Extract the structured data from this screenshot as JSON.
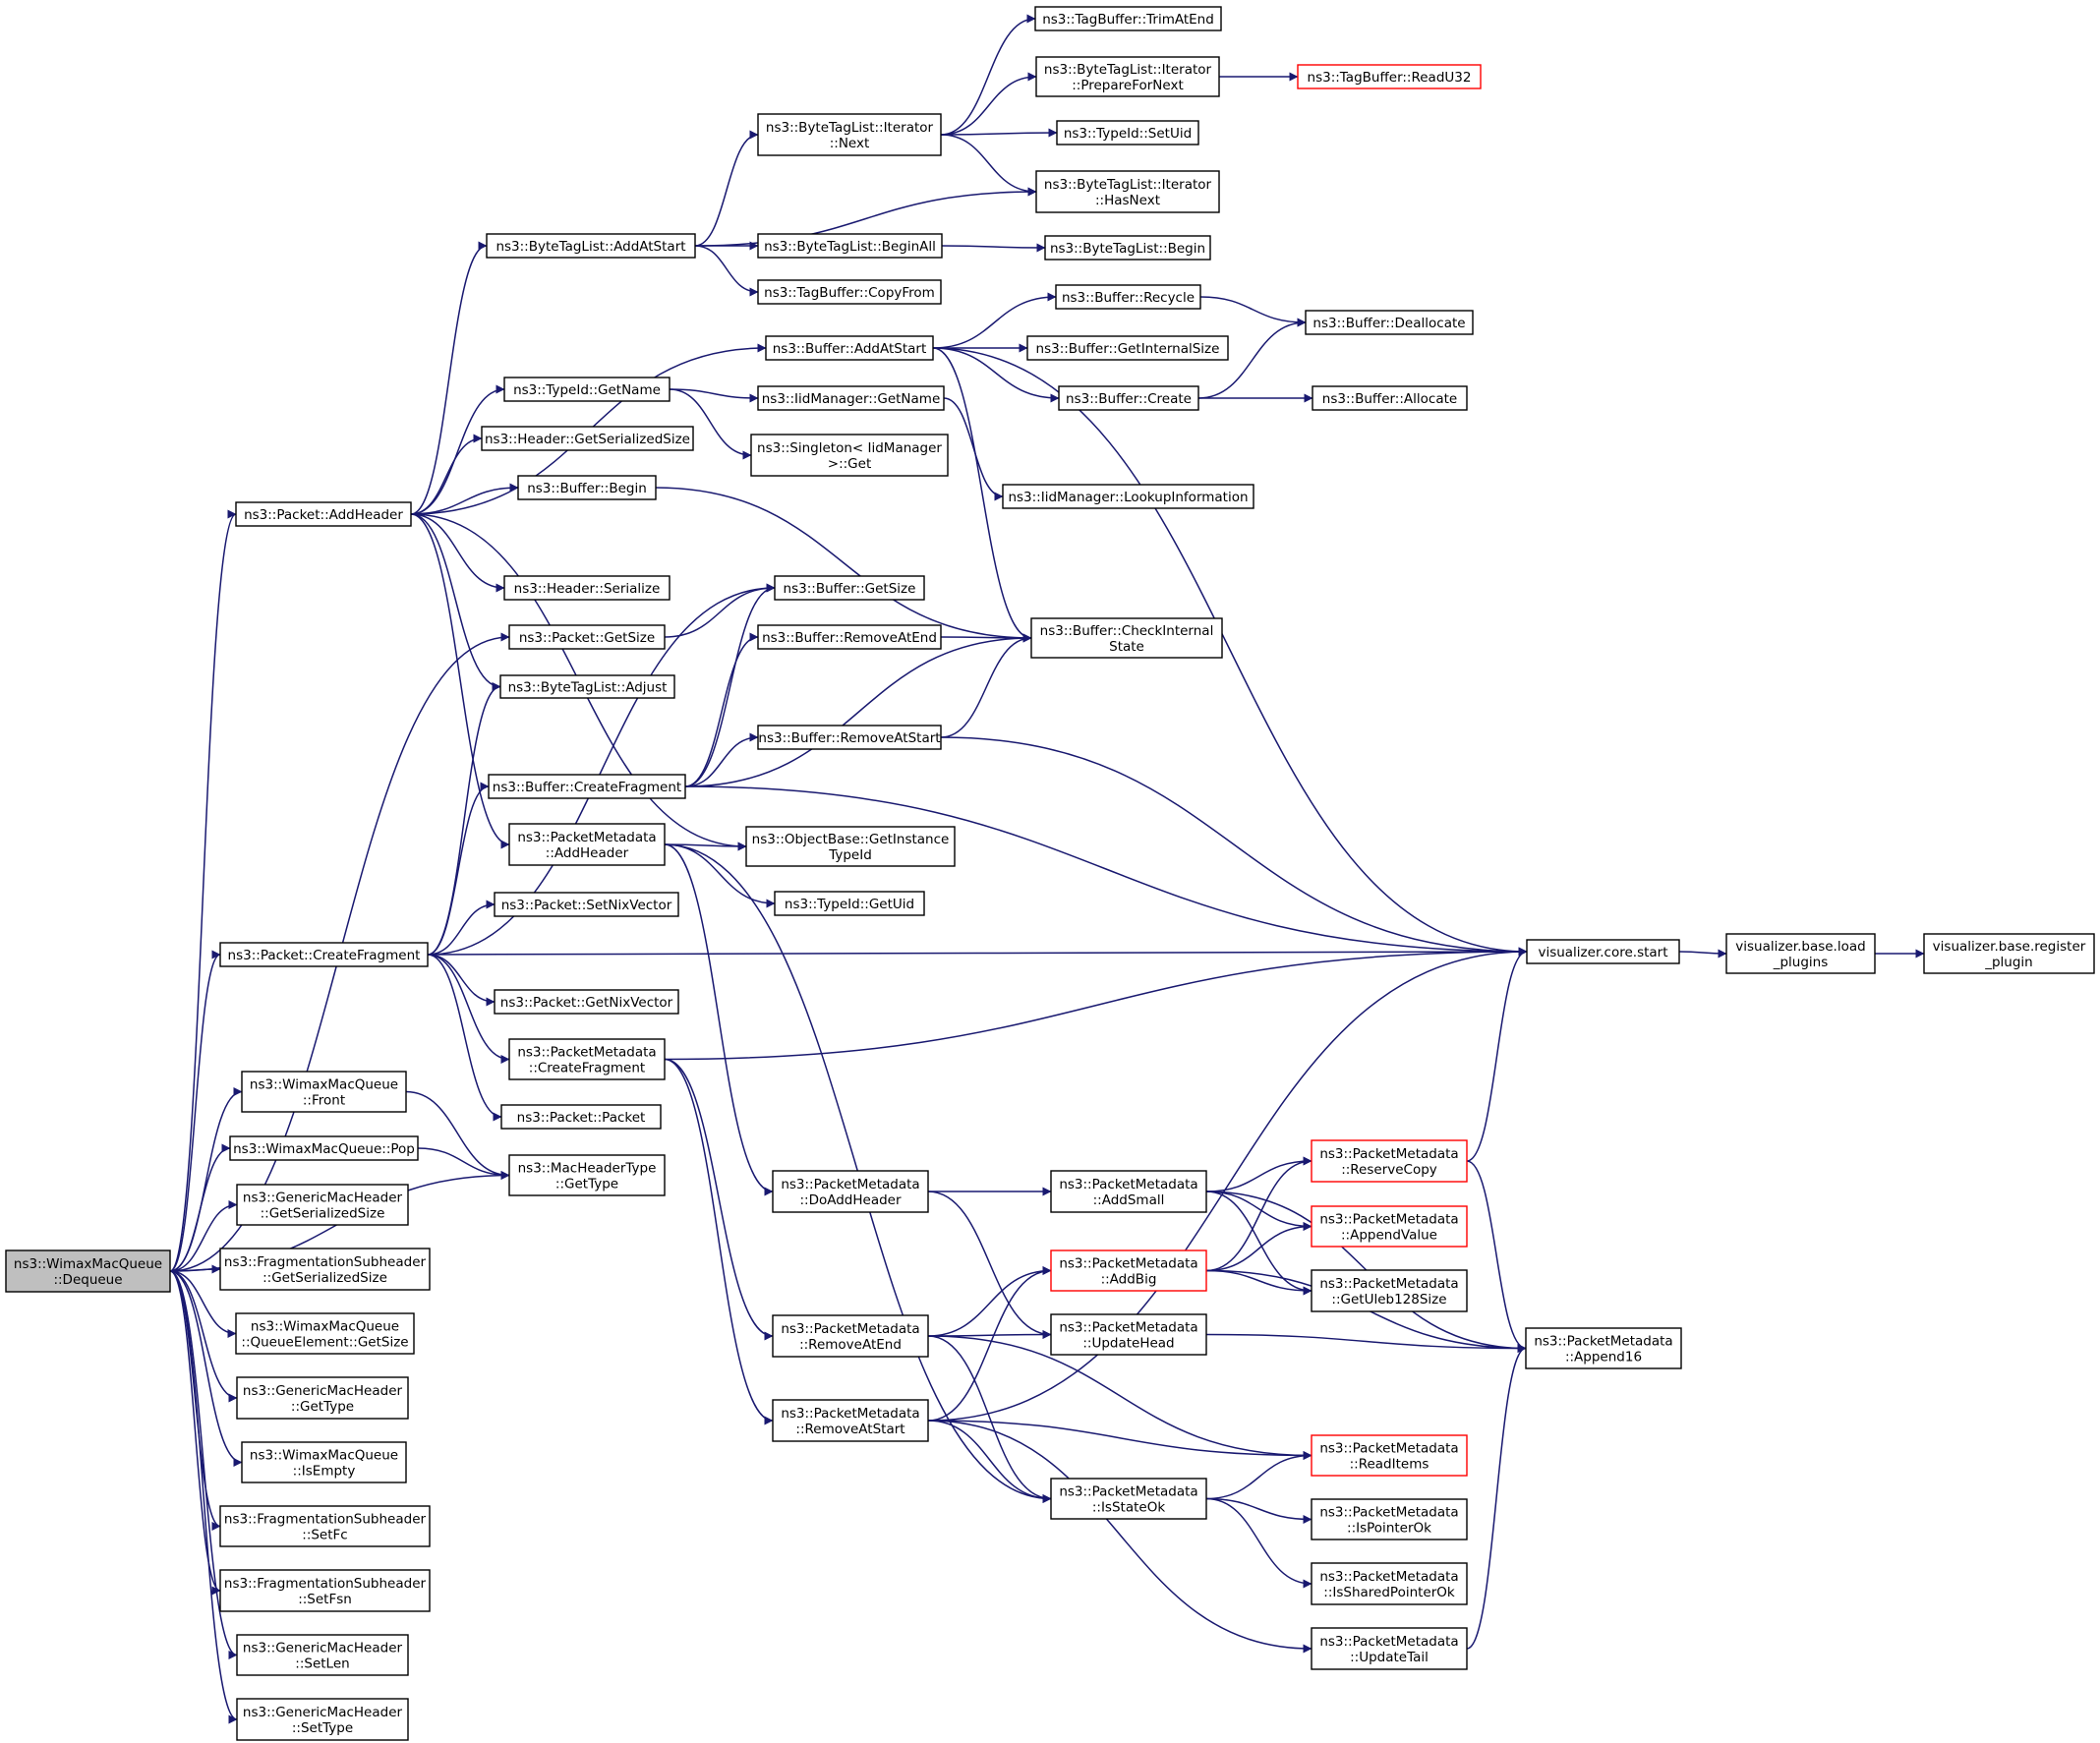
{
  "colors": {
    "edge": "#191970",
    "node_border": "#000000",
    "node_border_truncated": "#ff0000",
    "node_fill": "#ffffff",
    "focus_fill": "#bfbfbf"
  },
  "nodes": [
    {
      "id": "dequeue",
      "lines": [
        "ns3::WimaxMacQueue",
        "::Dequeue"
      ],
      "focus": true
    },
    {
      "id": "pkt_addheader",
      "lines": [
        "ns3::Packet::AddHeader"
      ]
    },
    {
      "id": "pkt_createfragment",
      "lines": [
        "ns3::Packet::CreateFragment"
      ]
    },
    {
      "id": "wmq_front",
      "lines": [
        "ns3::WimaxMacQueue",
        "::Front"
      ]
    },
    {
      "id": "wmq_pop",
      "lines": [
        "ns3::WimaxMacQueue::Pop"
      ]
    },
    {
      "id": "gmh_getserializedsize",
      "lines": [
        "ns3::GenericMacHeader",
        "::GetSerializedSize"
      ]
    },
    {
      "id": "fs_getserializedsize",
      "lines": [
        "ns3::FragmentationSubheader",
        "::GetSerializedSize"
      ]
    },
    {
      "id": "wmq_qe_getsize",
      "lines": [
        "ns3::WimaxMacQueue",
        "::QueueElement::GetSize"
      ]
    },
    {
      "id": "gmh_gettype",
      "lines": [
        "ns3::GenericMacHeader",
        "::GetType"
      ]
    },
    {
      "id": "wmq_isempty",
      "lines": [
        "ns3::WimaxMacQueue",
        "::IsEmpty"
      ]
    },
    {
      "id": "fs_setfc",
      "lines": [
        "ns3::FragmentationSubheader",
        "::SetFc"
      ]
    },
    {
      "id": "fs_setfsn",
      "lines": [
        "ns3::FragmentationSubheader",
        "::SetFsn"
      ]
    },
    {
      "id": "gmh_setlen",
      "lines": [
        "ns3::GenericMacHeader",
        "::SetLen"
      ]
    },
    {
      "id": "gmh_settype",
      "lines": [
        "ns3::GenericMacHeader",
        "::SetType"
      ]
    },
    {
      "id": "btl_addatstart",
      "lines": [
        "ns3::ByteTagList::AddAtStart"
      ]
    },
    {
      "id": "typeid_getname",
      "lines": [
        "ns3::TypeId::GetName"
      ]
    },
    {
      "id": "header_getserializedsize",
      "lines": [
        "ns3::Header::GetSerializedSize"
      ]
    },
    {
      "id": "buffer_begin",
      "lines": [
        "ns3::Buffer::Begin"
      ]
    },
    {
      "id": "header_serialize",
      "lines": [
        "ns3::Header::Serialize"
      ]
    },
    {
      "id": "pkt_getsize",
      "lines": [
        "ns3::Packet::GetSize"
      ]
    },
    {
      "id": "btl_adjust",
      "lines": [
        "ns3::ByteTagList::Adjust"
      ]
    },
    {
      "id": "buffer_createfragment",
      "lines": [
        "ns3::Buffer::CreateFragment"
      ]
    },
    {
      "id": "pm_addheader",
      "lines": [
        "ns3::PacketMetadata",
        "::AddHeader"
      ]
    },
    {
      "id": "pkt_setnixvector",
      "lines": [
        "ns3::Packet::SetNixVector"
      ]
    },
    {
      "id": "pkt_getnixvector",
      "lines": [
        "ns3::Packet::GetNixVector"
      ]
    },
    {
      "id": "pm_createfragment",
      "lines": [
        "ns3::PacketMetadata",
        "::CreateFragment"
      ]
    },
    {
      "id": "pkt_packet",
      "lines": [
        "ns3::Packet::Packet"
      ]
    },
    {
      "id": "mht_gettype",
      "lines": [
        "ns3::MacHeaderType",
        "::GetType"
      ]
    },
    {
      "id": "btl_iter_next",
      "lines": [
        "ns3::ByteTagList::Iterator",
        "::Next"
      ]
    },
    {
      "id": "btl_beginall",
      "lines": [
        "ns3::ByteTagList::BeginAll"
      ]
    },
    {
      "id": "tagbuffer_copyfrom",
      "lines": [
        "ns3::TagBuffer::CopyFrom"
      ]
    },
    {
      "id": "buffer_addatstart",
      "lines": [
        "ns3::Buffer::AddAtStart"
      ]
    },
    {
      "id": "iid_getname",
      "lines": [
        "ns3::IidManager::GetName"
      ]
    },
    {
      "id": "singleton_get",
      "lines": [
        "ns3::Singleton< IidManager",
        ">::Get"
      ]
    },
    {
      "id": "buffer_getsize",
      "lines": [
        "ns3::Buffer::GetSize"
      ]
    },
    {
      "id": "buffer_removeatend",
      "lines": [
        "ns3::Buffer::RemoveAtEnd"
      ]
    },
    {
      "id": "buffer_removeatstart",
      "lines": [
        "ns3::Buffer::RemoveAtStart"
      ]
    },
    {
      "id": "objbase_getinstancetypeid",
      "lines": [
        "ns3::ObjectBase::GetInstance",
        "TypeId"
      ]
    },
    {
      "id": "typeid_getuid",
      "lines": [
        "ns3::TypeId::GetUid"
      ]
    },
    {
      "id": "pm_doaddheader",
      "lines": [
        "ns3::PacketMetadata",
        "::DoAddHeader"
      ]
    },
    {
      "id": "pm_removeatend",
      "lines": [
        "ns3::PacketMetadata",
        "::RemoveAtEnd"
      ]
    },
    {
      "id": "pm_removeatstart",
      "lines": [
        "ns3::PacketMetadata",
        "::RemoveAtStart"
      ]
    },
    {
      "id": "tagbuffer_trimatend",
      "lines": [
        "ns3::TagBuffer::TrimAtEnd"
      ]
    },
    {
      "id": "btl_iter_preparefornext",
      "lines": [
        "ns3::ByteTagList::Iterator",
        "::PrepareForNext"
      ]
    },
    {
      "id": "typeid_setuid",
      "lines": [
        "ns3::TypeId::SetUid"
      ]
    },
    {
      "id": "btl_iter_hasnext",
      "lines": [
        "ns3::ByteTagList::Iterator",
        "::HasNext"
      ]
    },
    {
      "id": "btl_begin",
      "lines": [
        "ns3::ByteTagList::Begin"
      ]
    },
    {
      "id": "buffer_recycle",
      "lines": [
        "ns3::Buffer::Recycle"
      ]
    },
    {
      "id": "buffer_getinternalsize",
      "lines": [
        "ns3::Buffer::GetInternalSize"
      ]
    },
    {
      "id": "buffer_create",
      "lines": [
        "ns3::Buffer::Create"
      ]
    },
    {
      "id": "iid_lookupinformation",
      "lines": [
        "ns3::IidManager::LookupInformation"
      ]
    },
    {
      "id": "buffer_checkinternalstate",
      "lines": [
        "ns3::Buffer::CheckInternal",
        "State"
      ]
    },
    {
      "id": "pm_addsmall",
      "lines": [
        "ns3::PacketMetadata",
        "::AddSmall"
      ]
    },
    {
      "id": "pm_addbig",
      "lines": [
        "ns3::PacketMetadata",
        "::AddBig"
      ],
      "truncated": true
    },
    {
      "id": "pm_updatehead",
      "lines": [
        "ns3::PacketMetadata",
        "::UpdateHead"
      ]
    },
    {
      "id": "pm_isstateok",
      "lines": [
        "ns3::PacketMetadata",
        "::IsStateOk"
      ]
    },
    {
      "id": "tagbuffer_readu32",
      "lines": [
        "ns3::TagBuffer::ReadU32"
      ],
      "truncated": true
    },
    {
      "id": "buffer_deallocate",
      "lines": [
        "ns3::Buffer::Deallocate"
      ]
    },
    {
      "id": "buffer_allocate",
      "lines": [
        "ns3::Buffer::Allocate"
      ]
    },
    {
      "id": "pm_reservecopy",
      "lines": [
        "ns3::PacketMetadata",
        "::ReserveCopy"
      ],
      "truncated": true
    },
    {
      "id": "pm_appendvalue",
      "lines": [
        "ns3::PacketMetadata",
        "::AppendValue"
      ],
      "truncated": true
    },
    {
      "id": "pm_getuleb128size",
      "lines": [
        "ns3::PacketMetadata",
        "::GetUleb128Size"
      ]
    },
    {
      "id": "pm_readitems",
      "lines": [
        "ns3::PacketMetadata",
        "::ReadItems"
      ],
      "truncated": true
    },
    {
      "id": "pm_ispointerok",
      "lines": [
        "ns3::PacketMetadata",
        "::IsPointerOk"
      ]
    },
    {
      "id": "pm_issharedpointerok",
      "lines": [
        "ns3::PacketMetadata",
        "::IsSharedPointerOk"
      ]
    },
    {
      "id": "pm_updatetail",
      "lines": [
        "ns3::PacketMetadata",
        "::UpdateTail"
      ]
    },
    {
      "id": "pm_append16",
      "lines": [
        "ns3::PacketMetadata",
        "::Append16"
      ]
    },
    {
      "id": "viz_core_start",
      "lines": [
        "visualizer.core.start"
      ]
    },
    {
      "id": "viz_base_loadplugins",
      "lines": [
        "visualizer.base.load",
        "_plugins"
      ]
    },
    {
      "id": "viz_base_registerplugin",
      "lines": [
        "visualizer.base.register",
        "_plugin"
      ]
    }
  ],
  "edges": [
    [
      "dequeue",
      "pkt_addheader"
    ],
    [
      "dequeue",
      "pkt_createfragment"
    ],
    [
      "dequeue",
      "pkt_getsize"
    ],
    [
      "dequeue",
      "mht_gettype"
    ],
    [
      "dequeue",
      "wmq_front"
    ],
    [
      "dequeue",
      "wmq_pop"
    ],
    [
      "dequeue",
      "gmh_getserializedsize"
    ],
    [
      "dequeue",
      "fs_getserializedsize"
    ],
    [
      "dequeue",
      "wmq_qe_getsize"
    ],
    [
      "dequeue",
      "gmh_gettype"
    ],
    [
      "dequeue",
      "wmq_isempty"
    ],
    [
      "dequeue",
      "fs_setfc"
    ],
    [
      "dequeue",
      "fs_setfsn"
    ],
    [
      "dequeue",
      "gmh_setlen"
    ],
    [
      "dequeue",
      "gmh_settype"
    ],
    [
      "pkt_addheader",
      "btl_addatstart"
    ],
    [
      "pkt_addheader",
      "buffer_addatstart"
    ],
    [
      "pkt_addheader",
      "typeid_getname"
    ],
    [
      "pkt_addheader",
      "header_getserializedsize"
    ],
    [
      "pkt_addheader",
      "buffer_begin"
    ],
    [
      "pkt_addheader",
      "header_serialize"
    ],
    [
      "pkt_addheader",
      "btl_adjust"
    ],
    [
      "pkt_addheader",
      "pm_addheader"
    ],
    [
      "pkt_addheader",
      "objbase_getinstancetypeid"
    ],
    [
      "pkt_createfragment",
      "btl_adjust"
    ],
    [
      "pkt_createfragment",
      "buffer_createfragment"
    ],
    [
      "pkt_createfragment",
      "pkt_setnixvector"
    ],
    [
      "pkt_createfragment",
      "pkt_getnixvector"
    ],
    [
      "pkt_createfragment",
      "pm_createfragment"
    ],
    [
      "pkt_createfragment",
      "pkt_packet"
    ],
    [
      "pkt_createfragment",
      "buffer_getsize"
    ],
    [
      "pkt_createfragment",
      "viz_core_start"
    ],
    [
      "wmq_front",
      "mht_gettype"
    ],
    [
      "wmq_pop",
      "mht_gettype"
    ],
    [
      "pkt_getsize",
      "buffer_getsize"
    ],
    [
      "btl_addatstart",
      "btl_iter_next"
    ],
    [
      "btl_addatstart",
      "btl_beginall"
    ],
    [
      "btl_addatstart",
      "tagbuffer_copyfrom"
    ],
    [
      "btl_addatstart",
      "btl_iter_hasnext"
    ],
    [
      "btl_iter_next",
      "tagbuffer_trimatend"
    ],
    [
      "btl_iter_next",
      "btl_iter_preparefornext"
    ],
    [
      "btl_iter_next",
      "typeid_setuid"
    ],
    [
      "btl_iter_next",
      "btl_iter_hasnext"
    ],
    [
      "btl_iter_preparefornext",
      "tagbuffer_readu32"
    ],
    [
      "btl_beginall",
      "btl_begin"
    ],
    [
      "buffer_addatstart",
      "buffer_recycle"
    ],
    [
      "buffer_addatstart",
      "buffer_getinternalsize"
    ],
    [
      "buffer_addatstart",
      "buffer_create"
    ],
    [
      "buffer_addatstart",
      "buffer_checkinternalstate"
    ],
    [
      "buffer_addatstart",
      "viz_core_start"
    ],
    [
      "buffer_recycle",
      "buffer_deallocate"
    ],
    [
      "buffer_create",
      "buffer_deallocate"
    ],
    [
      "buffer_create",
      "buffer_allocate"
    ],
    [
      "typeid_getname",
      "iid_getname"
    ],
    [
      "typeid_getname",
      "singleton_get"
    ],
    [
      "iid_getname",
      "iid_lookupinformation"
    ],
    [
      "buffer_begin",
      "buffer_checkinternalstate"
    ],
    [
      "buffer_createfragment",
      "buffer_getsize"
    ],
    [
      "buffer_createfragment",
      "buffer_removeatend"
    ],
    [
      "buffer_createfragment",
      "buffer_checkinternalstate"
    ],
    [
      "buffer_createfragment",
      "buffer_removeatstart"
    ],
    [
      "buffer_createfragment",
      "viz_core_start"
    ],
    [
      "buffer_removeatend",
      "buffer_checkinternalstate"
    ],
    [
      "buffer_removeatstart",
      "buffer_checkinternalstate"
    ],
    [
      "buffer_removeatstart",
      "viz_core_start"
    ],
    [
      "pm_addheader",
      "objbase_getinstancetypeid"
    ],
    [
      "pm_addheader",
      "typeid_getuid"
    ],
    [
      "pm_addheader",
      "pm_doaddheader"
    ],
    [
      "pm_addheader",
      "pm_isstateok"
    ],
    [
      "pm_createfragment",
      "viz_core_start"
    ],
    [
      "pm_createfragment",
      "pm_removeatend"
    ],
    [
      "pm_createfragment",
      "pm_removeatstart"
    ],
    [
      "pm_doaddheader",
      "pm_addsmall"
    ],
    [
      "pm_doaddheader",
      "pm_updatehead"
    ],
    [
      "pm_removeatend",
      "pm_addbig"
    ],
    [
      "pm_removeatend",
      "pm_updatehead"
    ],
    [
      "pm_removeatend",
      "pm_readitems"
    ],
    [
      "pm_removeatend",
      "pm_isstateok"
    ],
    [
      "pm_removeatstart",
      "pm_addbig"
    ],
    [
      "pm_removeatstart",
      "viz_core_start"
    ],
    [
      "pm_removeatstart",
      "pm_readitems"
    ],
    [
      "pm_removeatstart",
      "pm_isstateok"
    ],
    [
      "pm_removeatstart",
      "pm_updatetail"
    ],
    [
      "pm_addsmall",
      "pm_reservecopy"
    ],
    [
      "pm_addsmall",
      "pm_appendvalue"
    ],
    [
      "pm_addsmall",
      "pm_getuleb128size"
    ],
    [
      "pm_addsmall",
      "pm_append16"
    ],
    [
      "pm_addbig",
      "pm_reservecopy"
    ],
    [
      "pm_addbig",
      "pm_appendvalue"
    ],
    [
      "pm_addbig",
      "pm_getuleb128size"
    ],
    [
      "pm_addbig",
      "pm_append16"
    ],
    [
      "pm_reservecopy",
      "viz_core_start"
    ],
    [
      "pm_reservecopy",
      "pm_append16"
    ],
    [
      "pm_updatehead",
      "pm_append16"
    ],
    [
      "pm_updatetail",
      "pm_append16"
    ],
    [
      "pm_isstateok",
      "pm_readitems"
    ],
    [
      "pm_isstateok",
      "pm_ispointerok"
    ],
    [
      "pm_isstateok",
      "pm_issharedpointerok"
    ],
    [
      "viz_core_start",
      "viz_base_loadplugins"
    ],
    [
      "viz_base_loadplugins",
      "viz_base_registerplugin"
    ]
  ]
}
